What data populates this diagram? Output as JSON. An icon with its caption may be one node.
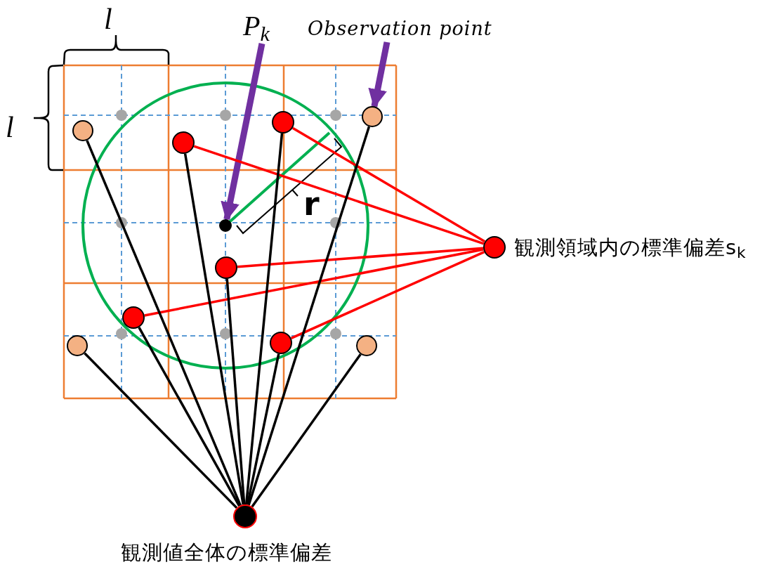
{
  "diagram": {
    "nodes": [
      {
        "text": [
          "P$_{k}$"
        ]
      },
      {
        "text": [
          "Observation point"
        ]
      },
      {
        "text": [],
        "shape": "circle"
      },
      {
        "text": [],
        "shape": "circle"
      },
      {
        "text": [],
        "shape": "circle"
      },
      {
        "text": [],
        "shape": "circle"
      },
      {
        "text": [],
        "shape": "circle"
      },
      {
        "text": [],
        "shape": "circle",
        "beside": [
          "観測領域内の標準偏差s$_{k}$"
        ]
      },
      {
        "text": [],
        "shape": "circle"
      },
      {
        "text": [],
        "shape": "circle"
      },
      {
        "text": [],
        "shape": "circle"
      },
      {
        "text": [],
        "shape": "circle"
      },
      {
        "text": [],
        "shape": "circle"
      },
      {
        "text": [],
        "shape": "circle",
        "beside": [
          "観測値全体の標準偏差"
        ]
      }
    ],
    "edges": [
      {
        "from": 0,
        "to": 6,
        "arrow": "to",
        "style": "thick",
        "color": "#7030a0"
      },
      {
        "from": 1,
        "to": 5,
        "arrow": "to",
        "style": "thick",
        "color": "#7030a0"
      },
      {
        "from": 3,
        "to": 7,
        "arrow": "none",
        "color": "#ff0000"
      },
      {
        "from": 4,
        "to": 7,
        "arrow": "none",
        "color": "#ff0000"
      },
      {
        "from": 8,
        "to": 7,
        "arrow": "none",
        "color": "#ff0000"
      },
      {
        "from": 9,
        "to": 7,
        "arrow": "none",
        "color": "#ff0000"
      },
      {
        "from": 10,
        "to": 7,
        "arrow": "none",
        "color": "#ff0000"
      },
      {
        "from": 2,
        "to": 13,
        "arrow": "none"
      },
      {
        "from": 3,
        "to": 13,
        "arrow": "none"
      },
      {
        "from": 4,
        "to": 13,
        "arrow": "none"
      },
      {
        "from": 5,
        "to": 13,
        "arrow": "none"
      },
      {
        "from": 8,
        "to": 13,
        "arrow": "none"
      },
      {
        "from": 9,
        "to": 13,
        "arrow": "none"
      },
      {
        "from": 10,
        "to": 13,
        "arrow": "none"
      },
      {
        "from": 11,
        "to": 13,
        "arrow": "none"
      },
      {
        "from": 12,
        "to": 13,
        "arrow": "none"
      }
    ],
    "labels": [
      "l",
      "l",
      "r"
    ]
  }
}
